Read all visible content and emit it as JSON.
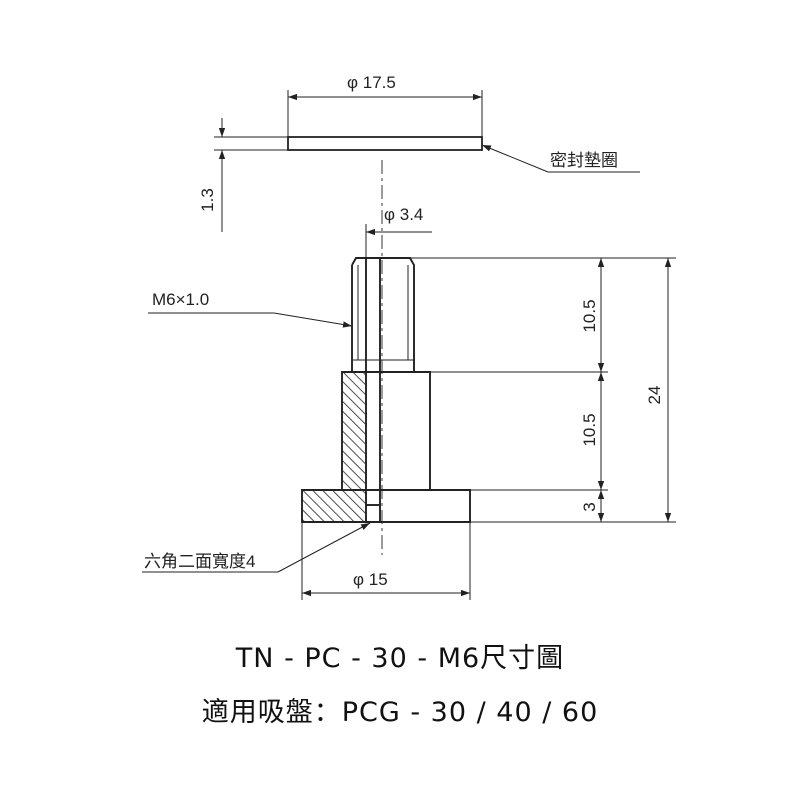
{
  "labels": {
    "gasket_dia": "φ 17.5",
    "gasket_thk": "1.3",
    "gasket_name": "密封墊圈",
    "hole_dia": "φ 3.4",
    "thread": "M6×1.0",
    "len_top": "10.5",
    "len_mid": "10.5",
    "len_flange": "3",
    "len_total": "24",
    "hex_note": "六角二面寬度4",
    "base_dia": "φ 15"
  },
  "caption": {
    "line1": "TN - PC - 30 - M6尺寸圖",
    "line2": "適用吸盤：PCG - 30 / 40 / 60"
  }
}
